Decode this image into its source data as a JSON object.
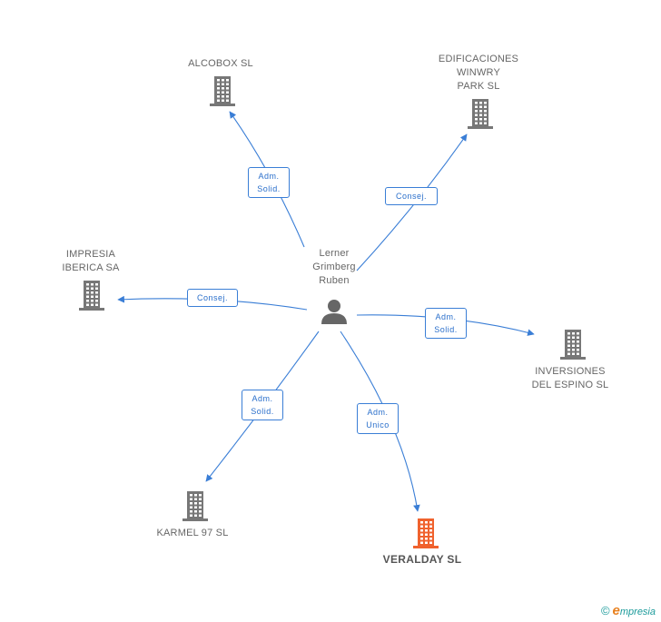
{
  "center": {
    "label": "Lerner\nGrimberg\nRuben",
    "icon": "person-icon"
  },
  "companies": {
    "alcobox": {
      "label": "ALCOBOX SL",
      "icon": "building-icon"
    },
    "edificaciones": {
      "label": "EDIFICACIONES\nWINWRY\nPARK SL",
      "icon": "building-icon"
    },
    "impresia": {
      "label": "IMPRESIA\nIBERICA SA",
      "icon": "building-icon"
    },
    "inversiones": {
      "label": "INVERSIONES\nDEL ESPINO  SL",
      "icon": "building-icon"
    },
    "karmel": {
      "label": "KARMEL 97 SL",
      "icon": "building-icon"
    },
    "veralday": {
      "label": "VERALDAY SL",
      "icon": "building-icon",
      "highlight": true
    }
  },
  "relations": {
    "alcobox": "Adm.\nSolid.",
    "edificaciones": "Consej.",
    "impresia": "Consej.",
    "inversiones": "Adm.\nSolid.",
    "karmel": "Adm.\nSolid.",
    "veralday": "Adm.\nUnico"
  },
  "colors": {
    "edge": "#3a7ed6",
    "building": "#777777",
    "building_highlight": "#f0622e",
    "person": "#666666"
  },
  "footer": {
    "copyright": "©",
    "brand_initial": "e",
    "brand_rest": "mpresia"
  }
}
